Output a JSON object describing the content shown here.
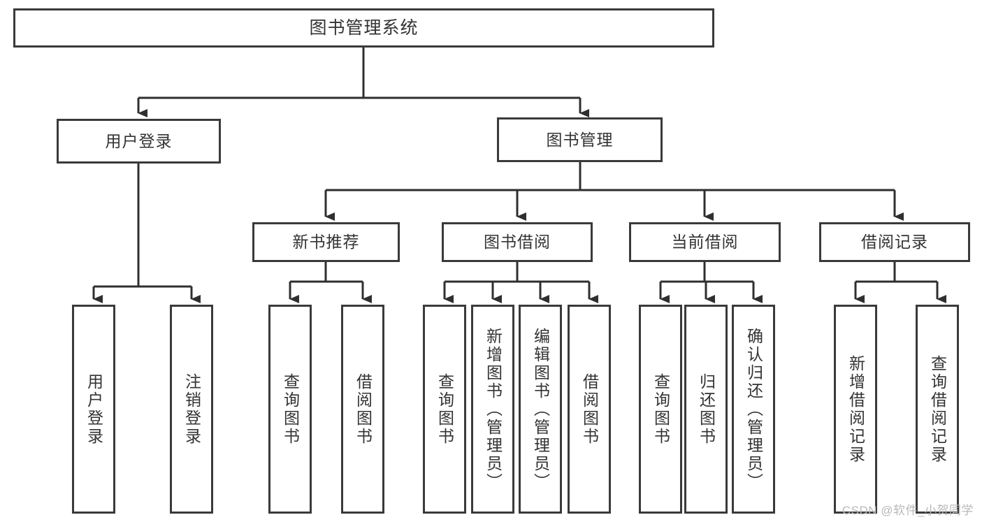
{
  "diagram": {
    "title": "图书管理系统",
    "type": "tree",
    "watermark": "CSDN @软件_小贺同学",
    "colors": {
      "box_border": "#3a3a3a",
      "box_fill": "#ffffff",
      "text": "#333333",
      "connector": "#2f2f2f",
      "watermark": "#b9b9b9",
      "background": "#ffffff"
    },
    "root": {
      "label": "图书管理系统"
    },
    "level1": [
      {
        "label": "用户登录"
      },
      {
        "label": "图书管理"
      }
    ],
    "level2": [
      {
        "label": "新书推荐"
      },
      {
        "label": "图书借阅"
      },
      {
        "label": "当前借阅"
      },
      {
        "label": "借阅记录"
      }
    ],
    "leaves": {
      "user_login": [
        {
          "label": "用户登录"
        },
        {
          "label": "注销登录"
        }
      ],
      "new_book_recommend": [
        {
          "label": "查询图书"
        },
        {
          "label": "借阅图书"
        }
      ],
      "book_borrow": [
        {
          "label": "查询图书"
        },
        {
          "label": "新增图书（管理员）"
        },
        {
          "label": "编辑图书（管理员）"
        },
        {
          "label": "借阅图书"
        }
      ],
      "current_borrow": [
        {
          "label": "查询图书"
        },
        {
          "label": "归还图书"
        },
        {
          "label": "确认归还（管理员）"
        }
      ],
      "borrow_record": [
        {
          "label": "新增借阅记录"
        },
        {
          "label": "查询借阅记录"
        }
      ]
    }
  }
}
